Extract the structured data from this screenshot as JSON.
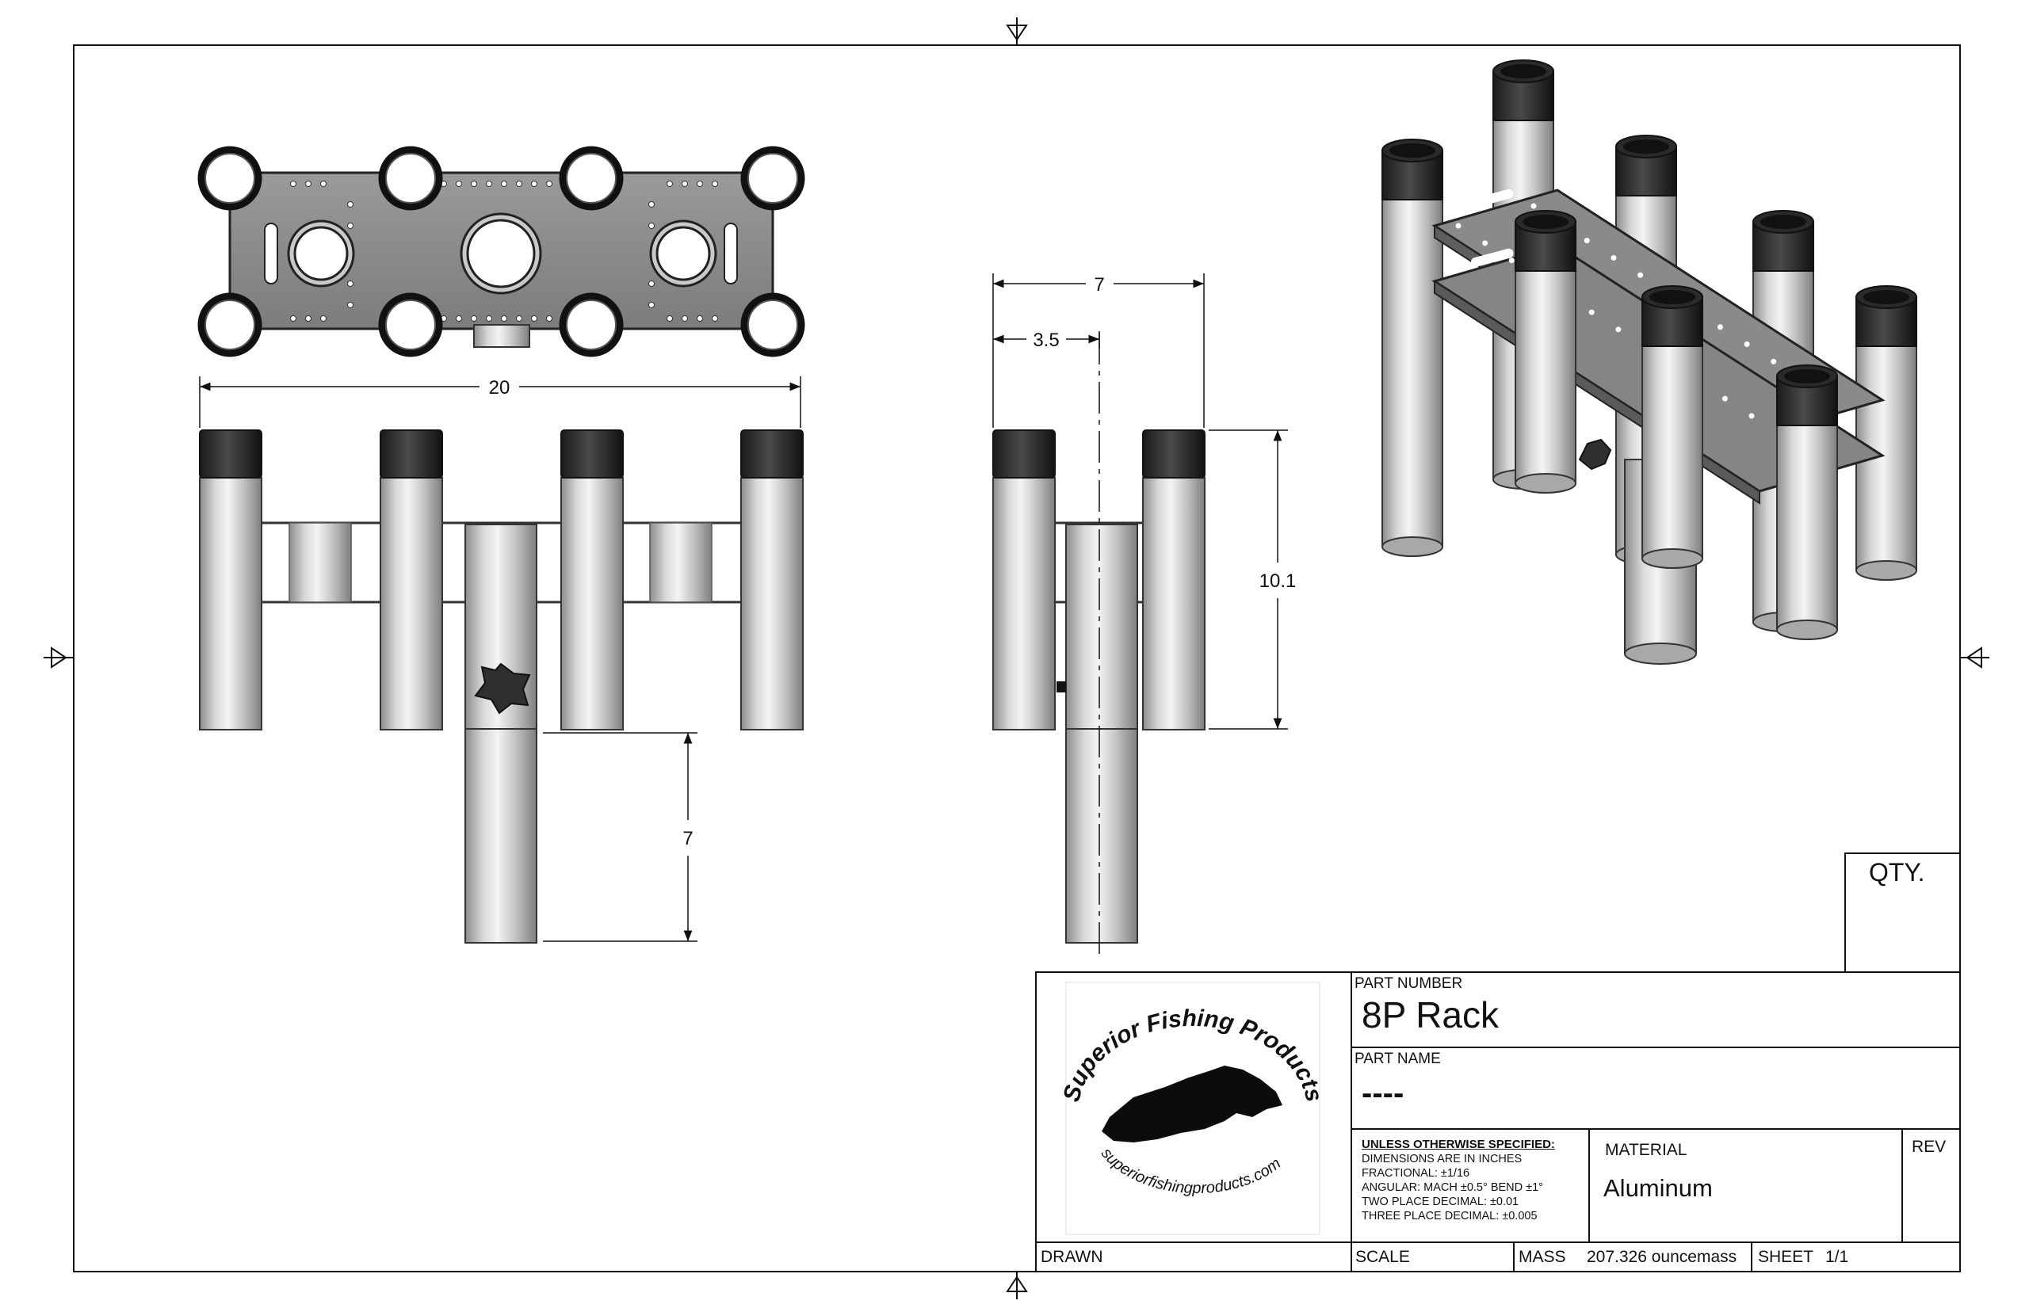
{
  "dimensions": {
    "width_front": "20",
    "width_side": "7",
    "center_offset": "3.5",
    "height_holders": "10.1",
    "post_length": "7"
  },
  "title_block": {
    "qty_label": "QTY.",
    "part_number_label": "PART NUMBER",
    "part_number": "8P Rack",
    "part_name_label": "PART NAME",
    "part_name": "----",
    "tolerances": {
      "heading": "UNLESS OTHERWISE SPECIFIED:",
      "lines": [
        "DIMENSIONS ARE IN INCHES",
        "FRACTIONAL: ±1/16",
        "ANGULAR: MACH ±0.5°  BEND ±1°",
        "TWO PLACE DECIMAL: ±0.01",
        "THREE PLACE DECIMAL: ±0.005"
      ]
    },
    "material_label": "MATERIAL",
    "material": "Aluminum",
    "rev_label": "REV",
    "drawn_label": "DRAWN",
    "scale_label": "SCALE",
    "mass_label": "MASS",
    "mass": "207.326 ouncemass",
    "sheet_label": "SHEET",
    "sheet": "1/1"
  },
  "logo": {
    "brand": "Superior Fishing Products",
    "url": "superiorfishingproducts.com"
  }
}
